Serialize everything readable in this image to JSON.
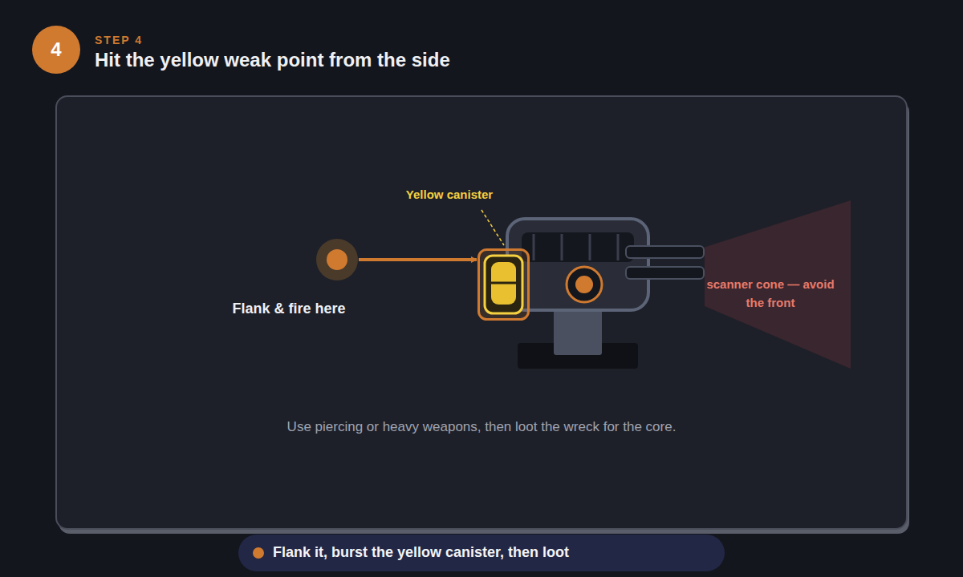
{
  "diagram": {
    "title": "Hit the yellow weak point from the side",
    "caption": "Flank it, burst the yellow canister, then loot",
    "nodes": [
      {
        "text": [
          "4"
        ]
      },
      {
        "text": [
          "Flank & fire here"
        ]
      },
      {
        "text": [
          "Yellow canister"
        ]
      },
      {
        "text": [
          "scanner cone — avoid the front"
        ]
      }
    ],
    "edges": [
      {
        "from": 1,
        "to": 2,
        "arrow": "to"
      }
    ],
    "labels": [
      "STEP 4",
      "Use piercing or heavy weapons, then loot the wreck for the core."
    ]
  }
}
